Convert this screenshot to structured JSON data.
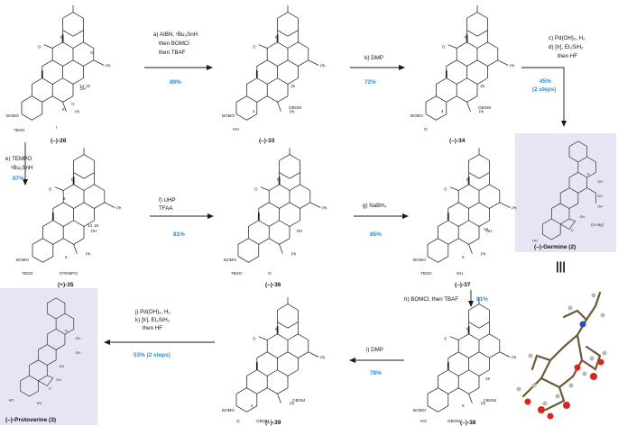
{
  "colors": {
    "yield_blue": "#2a8ad8",
    "red_number": "#d22020",
    "highlight_box": "#e5e5f5",
    "xray_blue": "#3c5fd0",
    "text": "#111111"
  },
  "compounds": {
    "c28": "(–)-28",
    "c33": "(–)-33",
    "c34": "(–)-34",
    "c35": "(+)-35",
    "c36": "(–)-36",
    "c37": "(–)-37",
    "c38": "(–)-38",
    "c39": "(–)-39",
    "germine": "(–)-Germine (2)",
    "protoverine": "(–)-Protoverine (3)",
    "xray": "(X-ray)"
  },
  "steps": {
    "a": {
      "line1": "a) AIBN, ⁿBu₃SnH",
      "line2": "then BOMCl",
      "line3": "then TBAF",
      "yield": "89%"
    },
    "b": {
      "line1": "b) DMP",
      "yield": "72%"
    },
    "cd": {
      "line1": "c) Pd(OH)₂, H₂",
      "line2": "d) [Ir], Et₂SiH₂",
      "line3": "then HF",
      "yield": "45%",
      "yield_note": "(2 steps)"
    },
    "e": {
      "line1": "e) TEMPO",
      "line2": "ⁿBu₃SnH",
      "yield": "87%"
    },
    "f": {
      "line1": "f) UHP",
      "line2": "TFAA",
      "yield": "81%"
    },
    "g": {
      "line1": "g) NaBH₄",
      "yield": "85%"
    },
    "h": {
      "line1": "h) BOMCl, then TBAF",
      "yield": "81%"
    },
    "i": {
      "line1": "i) DMP",
      "yield": "78%"
    },
    "jk": {
      "line1": "j) Pd(OH)₂, H₂",
      "line2": "k) [Ir], Et₂SiH₂",
      "line3": "then HF",
      "yield": "53% (2 steps)"
    }
  },
  "atom_labels": {
    "N": "N",
    "O": "O",
    "Ph": "Ph",
    "OH": "OH",
    "HO": "HO",
    "BOMO": "BOMO",
    "TBSO": "TBSO",
    "OBOM": "OBOM",
    "OTEMPO": "OTEMPO",
    "I": "I"
  },
  "atom_numbers": {
    "n4": "4",
    "n6": "6",
    "n9": "9",
    "n14": "14",
    "n15": "15",
    "n16": "16"
  },
  "equivalence_mark": "|||"
}
